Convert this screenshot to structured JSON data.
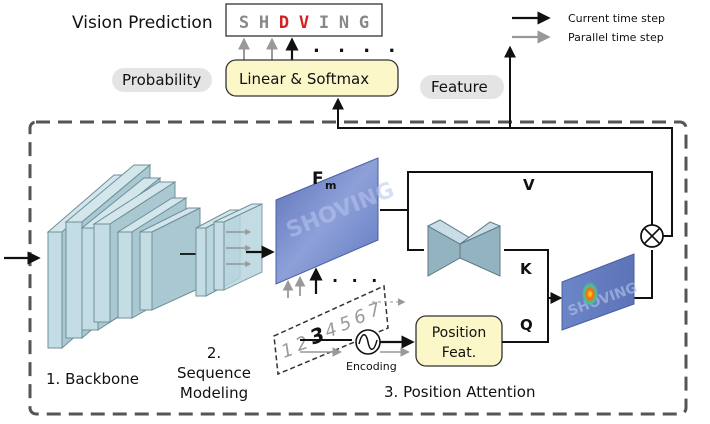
{
  "header": {
    "vision_prediction_label": "Vision Prediction",
    "prediction_chars": [
      "S",
      "H",
      "D",
      "V",
      "I",
      "N",
      "G"
    ],
    "highlight_indices": [
      2,
      3
    ],
    "dots": ". . . .",
    "linear_softmax_label": "Linear & Softmax",
    "probability_label": "Probability",
    "feature_label": "Feature"
  },
  "legend": {
    "current_label": "Current time step",
    "parallel_label": "Parallel time step"
  },
  "network": {
    "fm_label": "F",
    "fm_sub": "m",
    "v_label": "V",
    "k_label": "K",
    "q_label": "Q",
    "position_feat_line1": "Position",
    "position_feat_line2": "Feat.",
    "encoding_label": "Encoding",
    "dots": ". . .",
    "index_digits": [
      "1",
      "2",
      "3",
      "4",
      "5",
      "6",
      "7"
    ]
  },
  "stages": {
    "backbone": "1. Backbone",
    "seq_line1": "2.",
    "seq_line2": "Sequence",
    "seq_line3": "Modeling",
    "position_attention": "3. Position Attention"
  },
  "colors": {
    "highlight_red": "#d42020",
    "pred_gray": "#888888",
    "box_yellow": "#fbf7c9",
    "label_pill": "#e4e4e4",
    "block_face": "#b9d5de",
    "block_edge": "#6f8f99",
    "feature_blue": "#6f86c8",
    "dashed_border": "#555555"
  }
}
